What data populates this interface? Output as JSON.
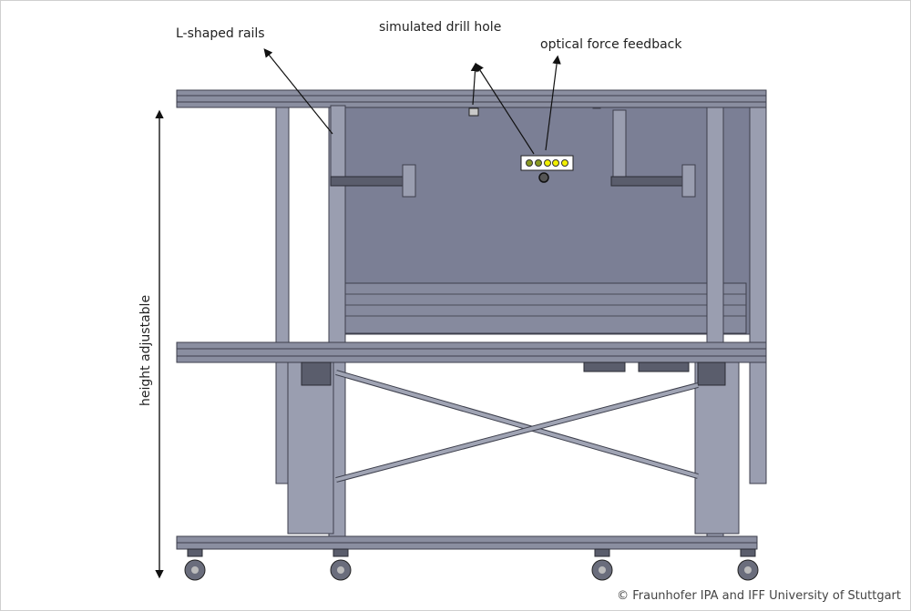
{
  "labels": {
    "l_rails": "L-shaped rails",
    "drill_hole": "simulated drill hole",
    "force_feedback": "optical force feedback",
    "height": "height adjustable"
  },
  "copyright": "© Fraunhofer IPA and IFF University of Stuttgart",
  "colors": {
    "panel": "#7b7f95",
    "led_green": "#8a9a22",
    "led_yellow": "#f2f000"
  },
  "leds": [
    "green",
    "green",
    "yellow",
    "yellow",
    "yellow"
  ]
}
